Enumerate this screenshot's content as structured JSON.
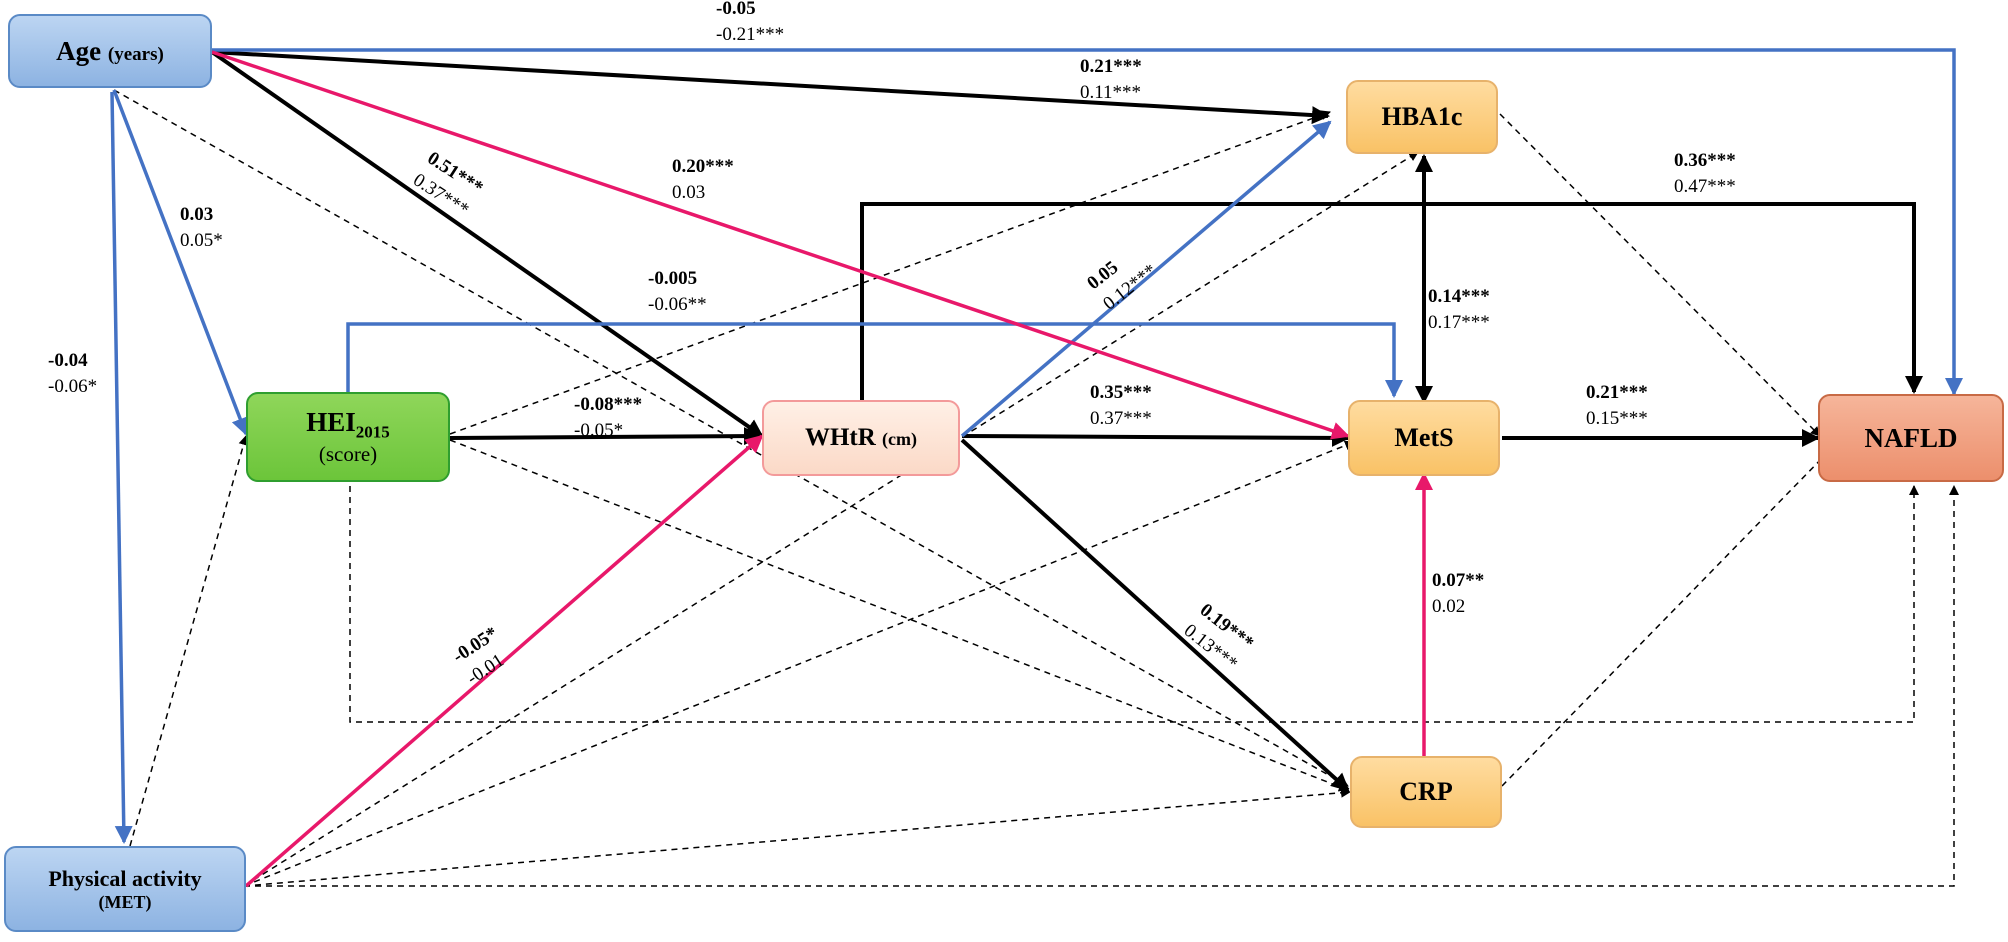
{
  "nodes": {
    "age": {
      "label": "Age",
      "unit": "(years)"
    },
    "hei": {
      "label": "HEI",
      "sub": "2015",
      "unit": "(score)"
    },
    "pa": {
      "label": "Physical activity",
      "unit": "(MET)"
    },
    "whtr": {
      "label": "WHtR",
      "unit": "(cm)"
    },
    "hba1c": {
      "label": "HBA1c"
    },
    "mets": {
      "label": "MetS"
    },
    "crp": {
      "label": "CRP"
    },
    "nafld": {
      "label": "NAFLD"
    }
  },
  "paths": {
    "age_nafld": {
      "a": "-0.05",
      "b": "-0.21***"
    },
    "age_hba1c": {
      "a": "0.21***",
      "b": "0.11***"
    },
    "age_whtr": {
      "a": "0.51***",
      "b": "0.37***"
    },
    "age_mets": {
      "a": "0.20***",
      "b": "0.03"
    },
    "age_hei": {
      "a": "0.03",
      "b": "0.05*"
    },
    "age_pa": {
      "a": "-0.04",
      "b": "-0.06*"
    },
    "hei_mets": {
      "a": "-0.005",
      "b": "-0.06**"
    },
    "hei_whtr": {
      "a": "-0.08***",
      "b": "-0.05*"
    },
    "whtr_hba1c": {
      "a": "0.05",
      "b": "0.12***"
    },
    "whtr_nafld": {
      "a": "0.36***",
      "b": "0.47***"
    },
    "whtr_mets": {
      "a": "0.35***",
      "b": "0.37***"
    },
    "hba1c_mets": {
      "a": "0.14***",
      "b": "0.17***"
    },
    "mets_nafld": {
      "a": "0.21***",
      "b": "0.15***"
    },
    "crp_mets": {
      "a": "0.07**",
      "b": "0.02"
    },
    "whtr_crp": {
      "a": "0.19***",
      "b": "0.13***"
    },
    "pa_whtr": {
      "a": "-0.05*",
      "b": "-0.01"
    }
  },
  "colors": {
    "blue": "#4472c4",
    "pink": "#e8186a",
    "black": "#000000",
    "dashed": "#000000"
  }
}
